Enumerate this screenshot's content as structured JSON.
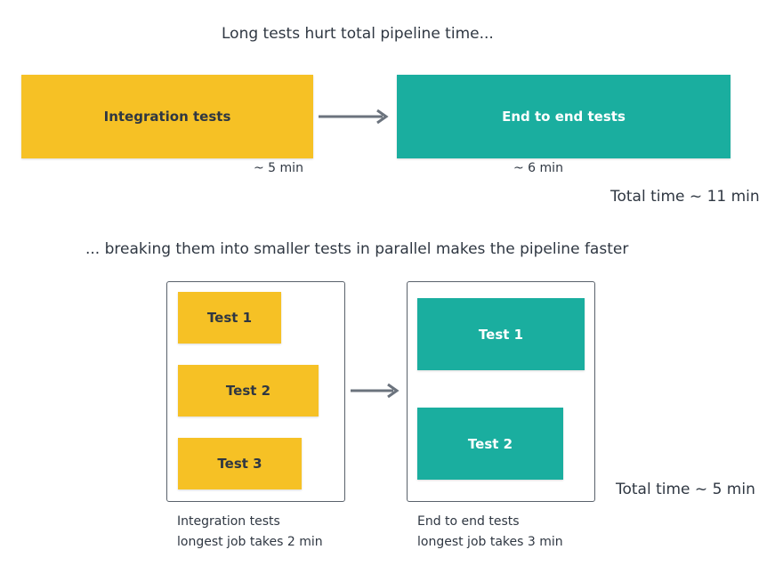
{
  "top": {
    "caption": "Long tests hurt total pipeline time...",
    "integration_label": "Integration tests",
    "integration_time": "~ 5 min",
    "e2e_label": "End to end tests",
    "e2e_time": "~ 6 min",
    "total": "Total time ~ 11 min"
  },
  "bottom": {
    "caption": "... breaking them into smaller tests in parallel makes the pipeline faster",
    "integration_tests": [
      "Test 1",
      "Test 2",
      "Test 3"
    ],
    "e2e_tests": [
      "Test 1",
      "Test 2"
    ],
    "integration_note_line1": "Integration tests",
    "integration_note_line2": "longest job takes 2 min",
    "e2e_note_line1": "End to end tests",
    "e2e_note_line2": "longest job takes 3 min",
    "total": "Total time ~ 5 min"
  },
  "colors": {
    "yellow": "#f6c125",
    "teal": "#1aae9f",
    "arrow": "#6b737d",
    "border": "#59616b"
  }
}
